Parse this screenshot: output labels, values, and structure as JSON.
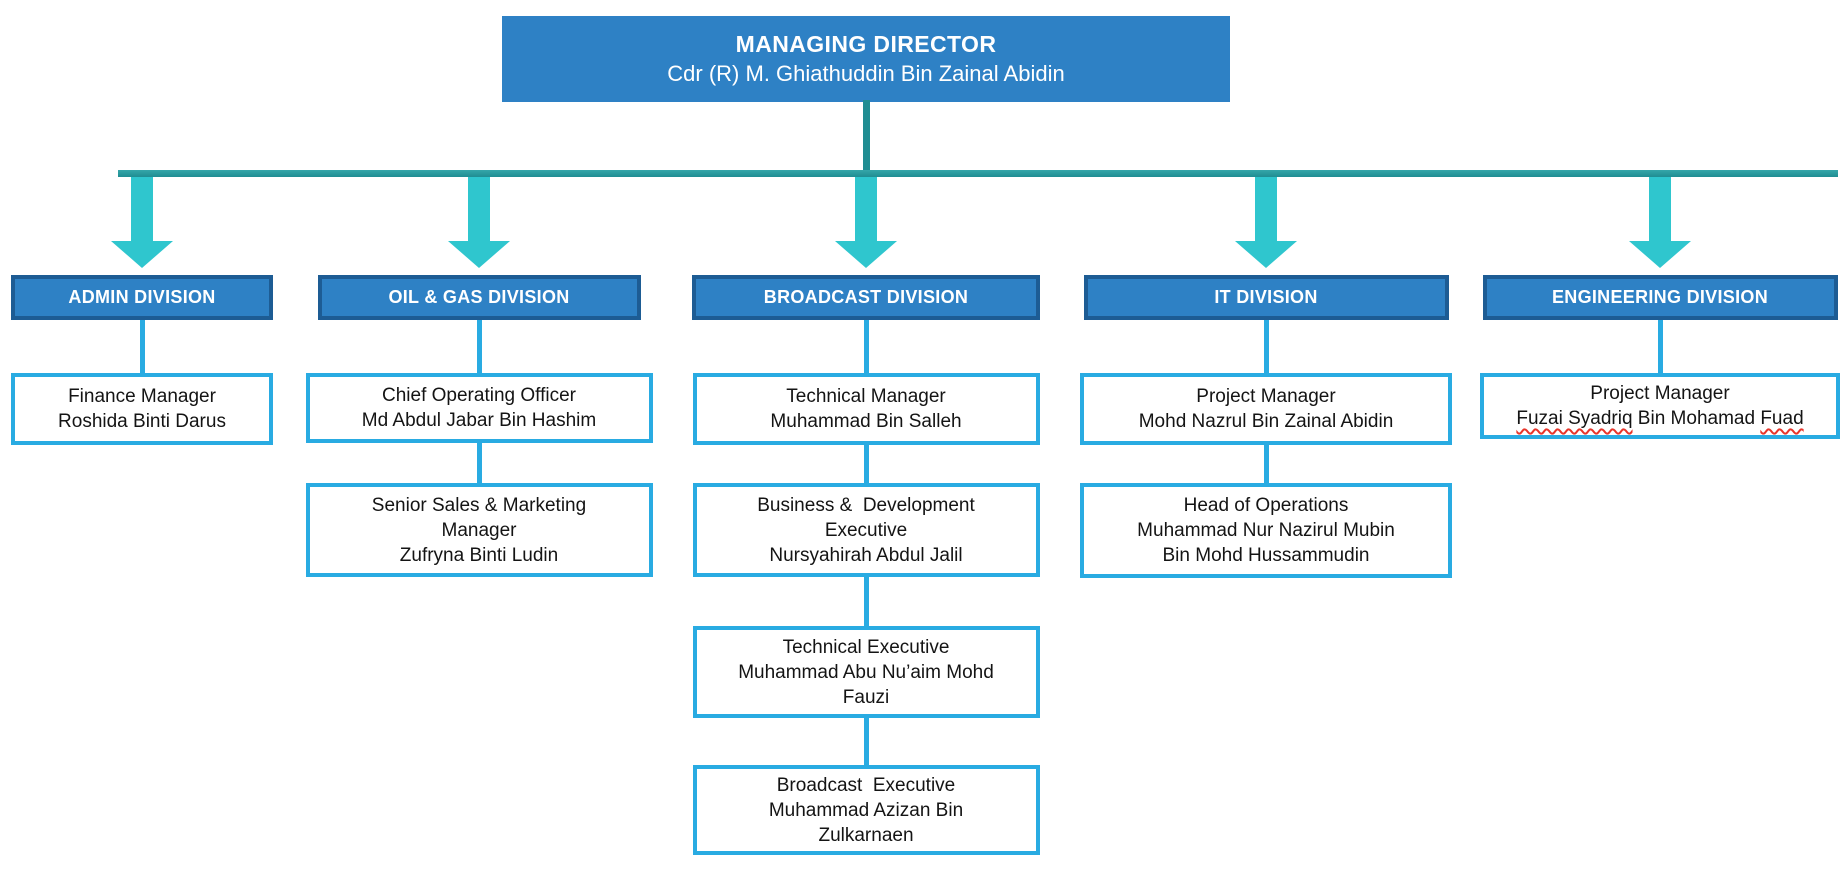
{
  "managing_director": {
    "title": "MANAGING DIRECTOR",
    "name": "Cdr (R) M. Ghiathuddin Bin Zainal Abidin"
  },
  "columns": [
    {
      "id": "admin",
      "header": "ADMIN DIVISION",
      "boxes": [
        {
          "lines": [
            "Finance Manager",
            "Roshida Binti Darus"
          ]
        }
      ]
    },
    {
      "id": "oil-gas",
      "header": "OIL & GAS DIVISION",
      "boxes": [
        {
          "lines": [
            "Chief Operating Officer",
            "Md Abdul Jabar Bin Hashim"
          ]
        },
        {
          "lines": [
            "Senior Sales & Marketing",
            "Manager",
            "Zufryna Binti Ludin"
          ]
        }
      ]
    },
    {
      "id": "broadcast",
      "header": "BROADCAST DIVISION",
      "boxes": [
        {
          "lines": [
            "Technical Manager",
            "Muhammad Bin Salleh"
          ]
        },
        {
          "lines": [
            "Business &  Development",
            "Executive",
            "Nursyahirah Abdul Jalil"
          ]
        },
        {
          "lines": [
            "Technical Executive",
            "Muhammad Abu Nu’aim Mohd",
            "Fauzi"
          ]
        },
        {
          "lines": [
            "Broadcast  Executive",
            "Muhammad Azizan Bin",
            "Zulkarnaen"
          ]
        }
      ]
    },
    {
      "id": "it",
      "header": "IT DIVISION",
      "boxes": [
        {
          "lines": [
            "Project Manager",
            "Mohd Nazrul Bin Zainal Abidin"
          ]
        },
        {
          "lines": [
            "Head of Operations",
            "Muhammad Nur Nazirul Mubin",
            "Bin Mohd Hussammudin"
          ]
        }
      ]
    },
    {
      "id": "engineering",
      "header": "ENGINEERING DIVISION",
      "boxes": [
        {
          "lines": [
            "Project Manager",
            {
              "segments": [
                {
                  "text": "Fuzai Syadriq",
                  "misspelled": true
                },
                {
                  "text": " Bin Mohamad ",
                  "misspelled": false
                },
                {
                  "text": "Fuad",
                  "misspelled": true
                }
              ]
            }
          ]
        }
      ]
    }
  ],
  "colors": {
    "division_fill": "#2E81C5",
    "division_border": "#1D5C94",
    "staff_border": "#29ABE2",
    "connector_teal": "#1F8D92",
    "arrow_turquoise": "#2FC6CE",
    "spellcheck_red": "#E8352B"
  }
}
